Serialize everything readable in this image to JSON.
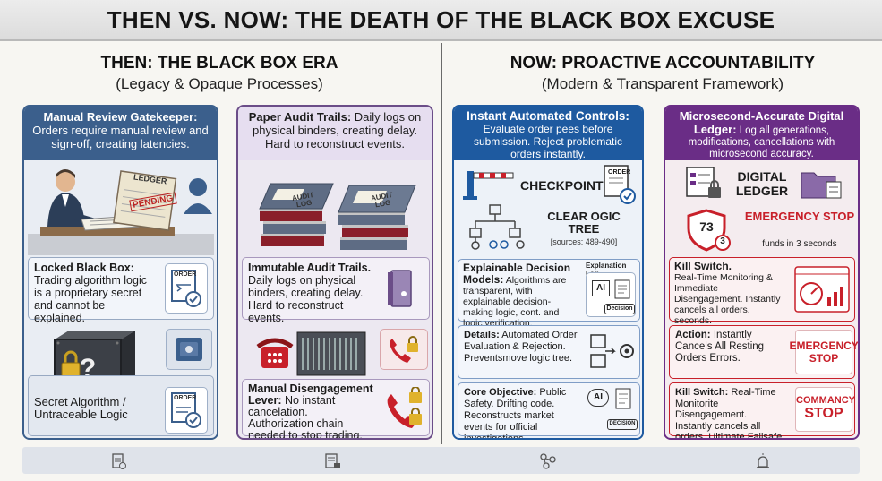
{
  "header": {
    "title": "THEN VS. NOW: THE DEATH OF THE BLACK BOX EXCUSE"
  },
  "then": {
    "title": "THEN: THE BLACK BOX ERA",
    "subtitle": "(Legacy & Opaque Processes)",
    "col1": {
      "head_bold": "Manual Review Gatekeeper:",
      "head_text": "Orders require manual review and sign-off, creating latencies.",
      "ledger_label": "LEDGER",
      "stamp_label": "PENDING",
      "card1_bold": "Locked Black Box:",
      "card1_text": "Trading algorithm logic is a proprietary secret and cannot be explained.",
      "order_label": "ORDER",
      "card2_text": "Secret Algorithm / Untraceable Logic",
      "order_label2": "ORDER"
    },
    "col2": {
      "head_bold": "Paper Audit Trails:",
      "head_text": "Daily logs on physical binders, creating delay. Hard to reconstruct events.",
      "binder1": "AUDIT LOG",
      "binder2": "AUDIT LOG",
      "card1_bold": "Immutable Audit Trails.",
      "card1_text": "Daily logs on physical binders, creating delay. Hard to reconstruct events.",
      "card2_bold": "Manual Disengagement Lever:",
      "card2_text": "No instant cancelation. Authorization chain needed to stop trading."
    }
  },
  "now": {
    "title": "NOW: PROACTIVE ACCOUNTABILITY",
    "subtitle": "(Modern & Transparent Framework)",
    "col3": {
      "head_bold": "Instant Automated Controls:",
      "head_text": "Evaluate order pees before submission. Reject problematic orders instantly.",
      "checkpoint": "CHECKPOINT",
      "order_label": "ORDER",
      "tree_label": "CLEAR OGIC TREE",
      "sources": "[sources: 489-490]",
      "card1_bold": "Explainable Decision Models:",
      "card1_text": "Algorithms are transparent, with explainable decision-making logic, cont. and logic verification.",
      "explanation_log": "Explanation Log",
      "ai_label": "AI",
      "decision_label": "Decision",
      "card2_bold": "Details:",
      "card2_text": "Automated Order Evaluation & Rejection. Preventsmove logic tree.",
      "card3_bold": "Core Objective:",
      "card3_text": "Public Safety. Drifting code. Reconstructs market events for official investigations.",
      "ai_label2": "AI",
      "decision_label2": "DECISION"
    },
    "col4": {
      "head_bold": "Microsecond-Accurate Digital Ledger:",
      "head_text": "Log all generations, modifications, cancellations with microsecond accuracy.",
      "ledger_label": "DIGITAL LEDGER",
      "shield_number": "73",
      "shield_sub": "3",
      "emergency_stop": "EMERGENCY STOP",
      "funds_text": "funds in 3 seconds",
      "card1_bold": "Kill Switch.",
      "card1_text": "Real-Time Monitoring & Immediate Disengagement. Instantly cancels all orders. seconds.",
      "card2_bold": "Action:",
      "card2_text": "Instantly Cancels All Resting Orders Errors.",
      "card2_badge": "EMERGENCY STOP",
      "card3_bold": "Kill Switch:",
      "card3_text": "Real-Time Monitorite Disengagement. Instantly cancels all orders. Ultimate Failsafe.",
      "card3_badge_top": "COMMANCY",
      "card3_badge_bot": "STOP"
    }
  },
  "colors": {
    "then_blue": "#3b5f8c",
    "then_purple": "#6b4d88",
    "now_blue": "#1e5aa0",
    "now_purple": "#6a2d86",
    "alert_red": "#c8202a"
  }
}
